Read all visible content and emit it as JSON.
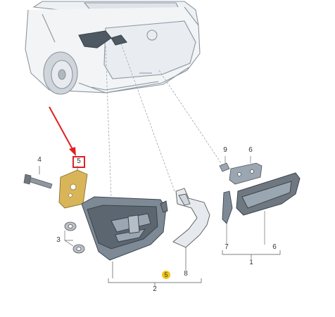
{
  "diagram": {
    "labels": {
      "p1": "1",
      "p2": "2",
      "p3": "3",
      "p4": "4",
      "p5_top": "5",
      "p5_bottom": "5",
      "p6_top": "6",
      "p6_bottom": "6",
      "p7": "7",
      "p8": "8",
      "p9": "9"
    },
    "colors": {
      "highlight_badge": "#f0c419",
      "marker_box": "#e02020",
      "arrow": "#e02020",
      "gasket": "#d9b55a",
      "lamp_housing": "#7d8a96",
      "lamp_lens": "#5c6670",
      "trim_fill": "#e6eaee",
      "line": "#555555"
    },
    "icons": [
      "car-rear-icon",
      "arrow-icon"
    ]
  }
}
